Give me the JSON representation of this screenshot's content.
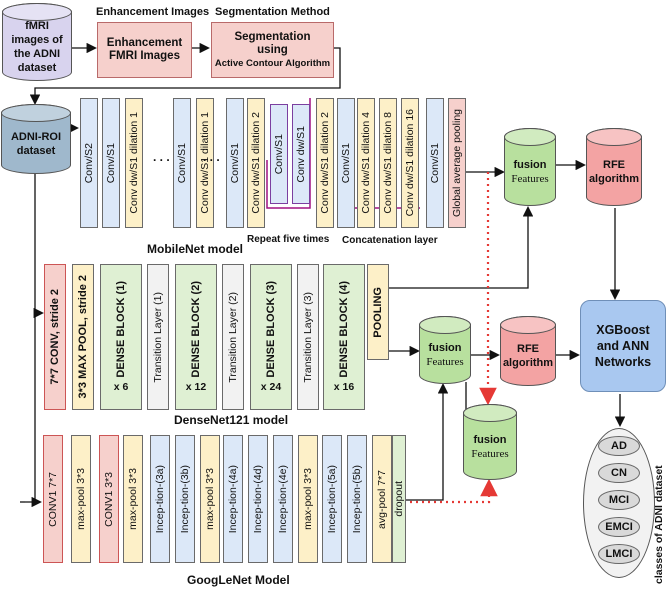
{
  "colors": {
    "blue_fill": "#dce8f8",
    "yellow_fill": "#fdf0c8",
    "green_fill": "#dff0d3",
    "pink_fill": "#f6d0cc",
    "gray_fill": "#f2f2f2",
    "xgb_fill": "#a9c8f0",
    "fusion_fill": "#b8e09e",
    "rfe_fill": "#f3a3a3",
    "arrow_red": "#e53935",
    "fmri_fill": "#d8d3ee",
    "roi_fill": "#9fb8cc"
  },
  "preprocessing": {
    "fmri_dataset": "fMRI images of the ADNI dataset",
    "header_enhancement": "Enhancement Images",
    "header_segmentation": "Segmentation Method",
    "enhancement_box": "Enhancement FMRI Images",
    "segmentation_title": "Segmentation using",
    "segmentation_sub": "Active Contour Algorithm",
    "roi_dataset": "ADNI-ROI dataset"
  },
  "mobilenet": {
    "title": "MobileNet model",
    "repeat_label": "Repeat five times",
    "concat_label": "Concatenation layer",
    "dots": ". . .",
    "layers": [
      "Conv/S2",
      "Conv/S1",
      "Conv dw/S1 dilation 1",
      "Conv/S1",
      "Conv dw/S1 dilation 1",
      "Conv/S1",
      "Conv dw/S1 dilation 2",
      "Conv/S1",
      "Conv dw/S1",
      "Conv dw/S1 dilation 2",
      "Conv/S1",
      "Conv dw/S1 dilation 4",
      "Conv dw/S1 dilation 8",
      "Conv dw/S1 dilation 16",
      "Conv/S1",
      "Global average pooling"
    ]
  },
  "densenet": {
    "title": "DenseNet121 model",
    "layers": [
      {
        "label": "7*7 CONV, stride 2",
        "mult": ""
      },
      {
        "label": "3*3 MAX POOL, stride 2",
        "mult": ""
      },
      {
        "label": "DENSE BLOCK (1)",
        "mult": "x 6"
      },
      {
        "label": "Transition Layer (1)",
        "mult": ""
      },
      {
        "label": "DENSE BLOCK (2)",
        "mult": "x 12"
      },
      {
        "label": "Transition Layer (2)",
        "mult": ""
      },
      {
        "label": "DENSE BLOCK (3)",
        "mult": "x 24"
      },
      {
        "label": "Transition Layer (3)",
        "mult": ""
      },
      {
        "label": "DENSE BLOCK (4)",
        "mult": "x 16"
      },
      {
        "label": "POOLING",
        "mult": ""
      }
    ]
  },
  "googlenet": {
    "title": "GoogLeNet Model",
    "layers": [
      "CONV1 7*7",
      "max-pool 3*3",
      "CONV1 3*3",
      "max-pool 3*3",
      "Incep-tion-(3a)",
      "Incep-tion-(3b)",
      "max-pool 3*3",
      "Incep-tion-(4a)",
      "Incep-tion-(4d)",
      "Incep-tion-(4e)",
      "max-pool 3*3",
      "Incep-tion-(5a)",
      "Incep-tion-(5b)",
      "avg-pool 7*7",
      "dropout"
    ]
  },
  "fusion": {
    "top": {
      "line1": "fusion",
      "line2": "Features"
    },
    "middle": {
      "line1": "fusion",
      "line2": "Features"
    },
    "bottom": {
      "line1": "fusion",
      "line2": "Features"
    }
  },
  "rfe": {
    "top": {
      "line1": "RFE",
      "line2": "algorithm"
    },
    "middle": {
      "line1": "RFE",
      "line2": "algorithm"
    }
  },
  "classifier": {
    "label": "XGBoost and ANN Networks"
  },
  "classes": {
    "title": "classes of ADNI dataset",
    "items": [
      "AD",
      "CN",
      "MCI",
      "EMCI",
      "LMCI"
    ]
  }
}
